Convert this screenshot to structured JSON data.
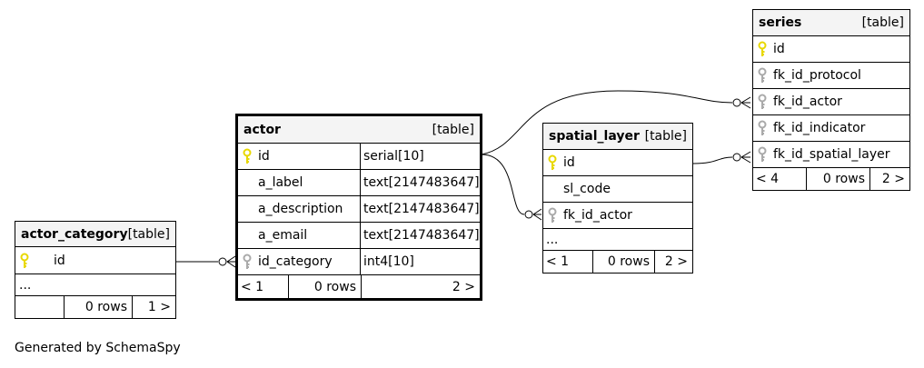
{
  "footer_text": "Generated by SchemaSpy",
  "key_colors": {
    "primary": "#e8d800",
    "foreign": "#aaaaaa"
  },
  "tables": {
    "actor_category": {
      "name": "actor_category",
      "tag": "[table]",
      "columns": [
        {
          "name": "id",
          "key": "primary"
        }
      ],
      "more": "...",
      "footer": {
        "left": "",
        "rows": "0 rows",
        "right": "1 >"
      }
    },
    "actor": {
      "name": "actor",
      "tag": "[table]",
      "columns": [
        {
          "name": "id",
          "type": "serial[10]",
          "key": "primary"
        },
        {
          "name": "a_label",
          "type": "text[2147483647]",
          "key": "none"
        },
        {
          "name": "a_description",
          "type": "text[2147483647]",
          "key": "none"
        },
        {
          "name": "a_email",
          "type": "text[2147483647]",
          "key": "none"
        },
        {
          "name": "id_category",
          "type": "int4[10]",
          "key": "foreign"
        }
      ],
      "footer": {
        "left": "< 1",
        "rows": "0 rows",
        "right": "2 >"
      }
    },
    "spatial_layer": {
      "name": "spatial_layer",
      "tag": "[table]",
      "columns": [
        {
          "name": "id",
          "key": "primary"
        },
        {
          "name": "sl_code",
          "key": "none"
        },
        {
          "name": "fk_id_actor",
          "key": "foreign"
        }
      ],
      "more": "...",
      "footer": {
        "left": "< 1",
        "rows": "0 rows",
        "right": "2 >"
      }
    },
    "series": {
      "name": "series",
      "tag": "[table]",
      "columns": [
        {
          "name": "id",
          "key": "primary"
        },
        {
          "name": "fk_id_protocol",
          "key": "foreign"
        },
        {
          "name": "fk_id_actor",
          "key": "foreign"
        },
        {
          "name": "fk_id_indicator",
          "key": "foreign"
        },
        {
          "name": "fk_id_spatial_layer",
          "key": "foreign"
        }
      ],
      "footer": {
        "left": "< 4",
        "rows": "0 rows",
        "right": "2 >"
      }
    }
  }
}
